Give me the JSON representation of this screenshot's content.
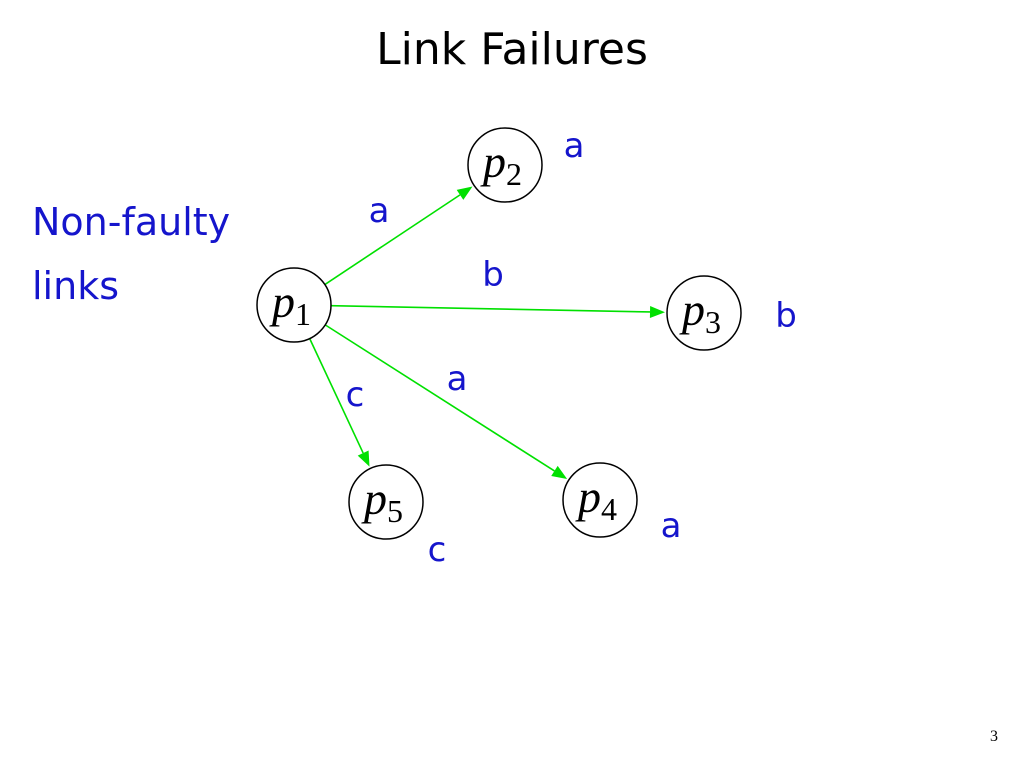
{
  "title": "Link Failures",
  "side_label": [
    "Non-faulty",
    "links"
  ],
  "page_number": "3",
  "colors": {
    "edge": "#00e000",
    "message": "#1515cc",
    "node_stroke": "#000000"
  },
  "nodes": [
    {
      "id": "p1",
      "letter": "p",
      "index": "1"
    },
    {
      "id": "p2",
      "letter": "p",
      "index": "2",
      "received": "a"
    },
    {
      "id": "p3",
      "letter": "p",
      "index": "3",
      "received": "b"
    },
    {
      "id": "p4",
      "letter": "p",
      "index": "4",
      "received": "a"
    },
    {
      "id": "p5",
      "letter": "p",
      "index": "5",
      "received": "c"
    }
  ],
  "edges": [
    {
      "from": "p1",
      "to": "p2",
      "message": "a"
    },
    {
      "from": "p1",
      "to": "p3",
      "message": "b"
    },
    {
      "from": "p1",
      "to": "p4",
      "message": "a"
    },
    {
      "from": "p1",
      "to": "p5",
      "message": "c"
    }
  ]
}
